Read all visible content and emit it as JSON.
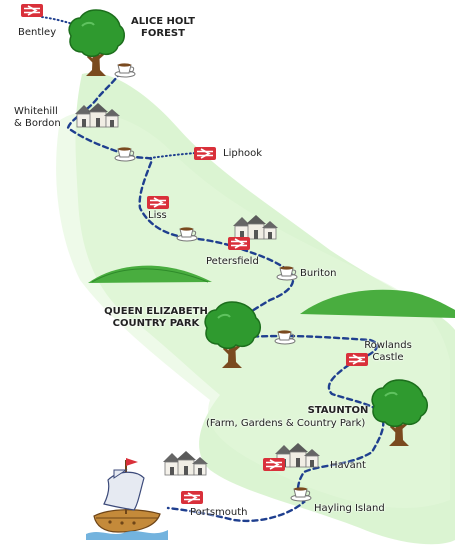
{
  "colors": {
    "shading": "#d7f3cd",
    "route": "#1f3f8f",
    "rail": "#d9303a",
    "tree": "#2f9a2f",
    "trunk": "#7a4a1f",
    "hill": "#49ad3f"
  },
  "places": {
    "bentley": "Bentley",
    "alice_holt_1": "ALICE HOLT",
    "alice_holt_2": "FOREST",
    "whitehill_1": "Whitehill",
    "whitehill_2": "& Bordon",
    "liphook": "Liphook",
    "liss": "Liss",
    "petersfield": "Petersfield",
    "buriton": "Buriton",
    "qe_1": "QUEEN ELIZABETH",
    "qe_2": "COUNTRY PARK",
    "rowlands_1": "Rowlands",
    "rowlands_2": "Castle",
    "staunton_1": "STAUNTON",
    "staunton_2": "(Farm, Gardens & Country Park)",
    "havant": "Havant",
    "hayling": "Hayling Island",
    "portsmouth": "Portsmouth"
  },
  "icons": {
    "rail": "national-rail-icon",
    "cafe": "teacup-icon",
    "tree": "tree-icon",
    "cottage": "cottage-icon",
    "hill": "grassy-hill-icon",
    "ship": "sailing-ship-icon"
  }
}
